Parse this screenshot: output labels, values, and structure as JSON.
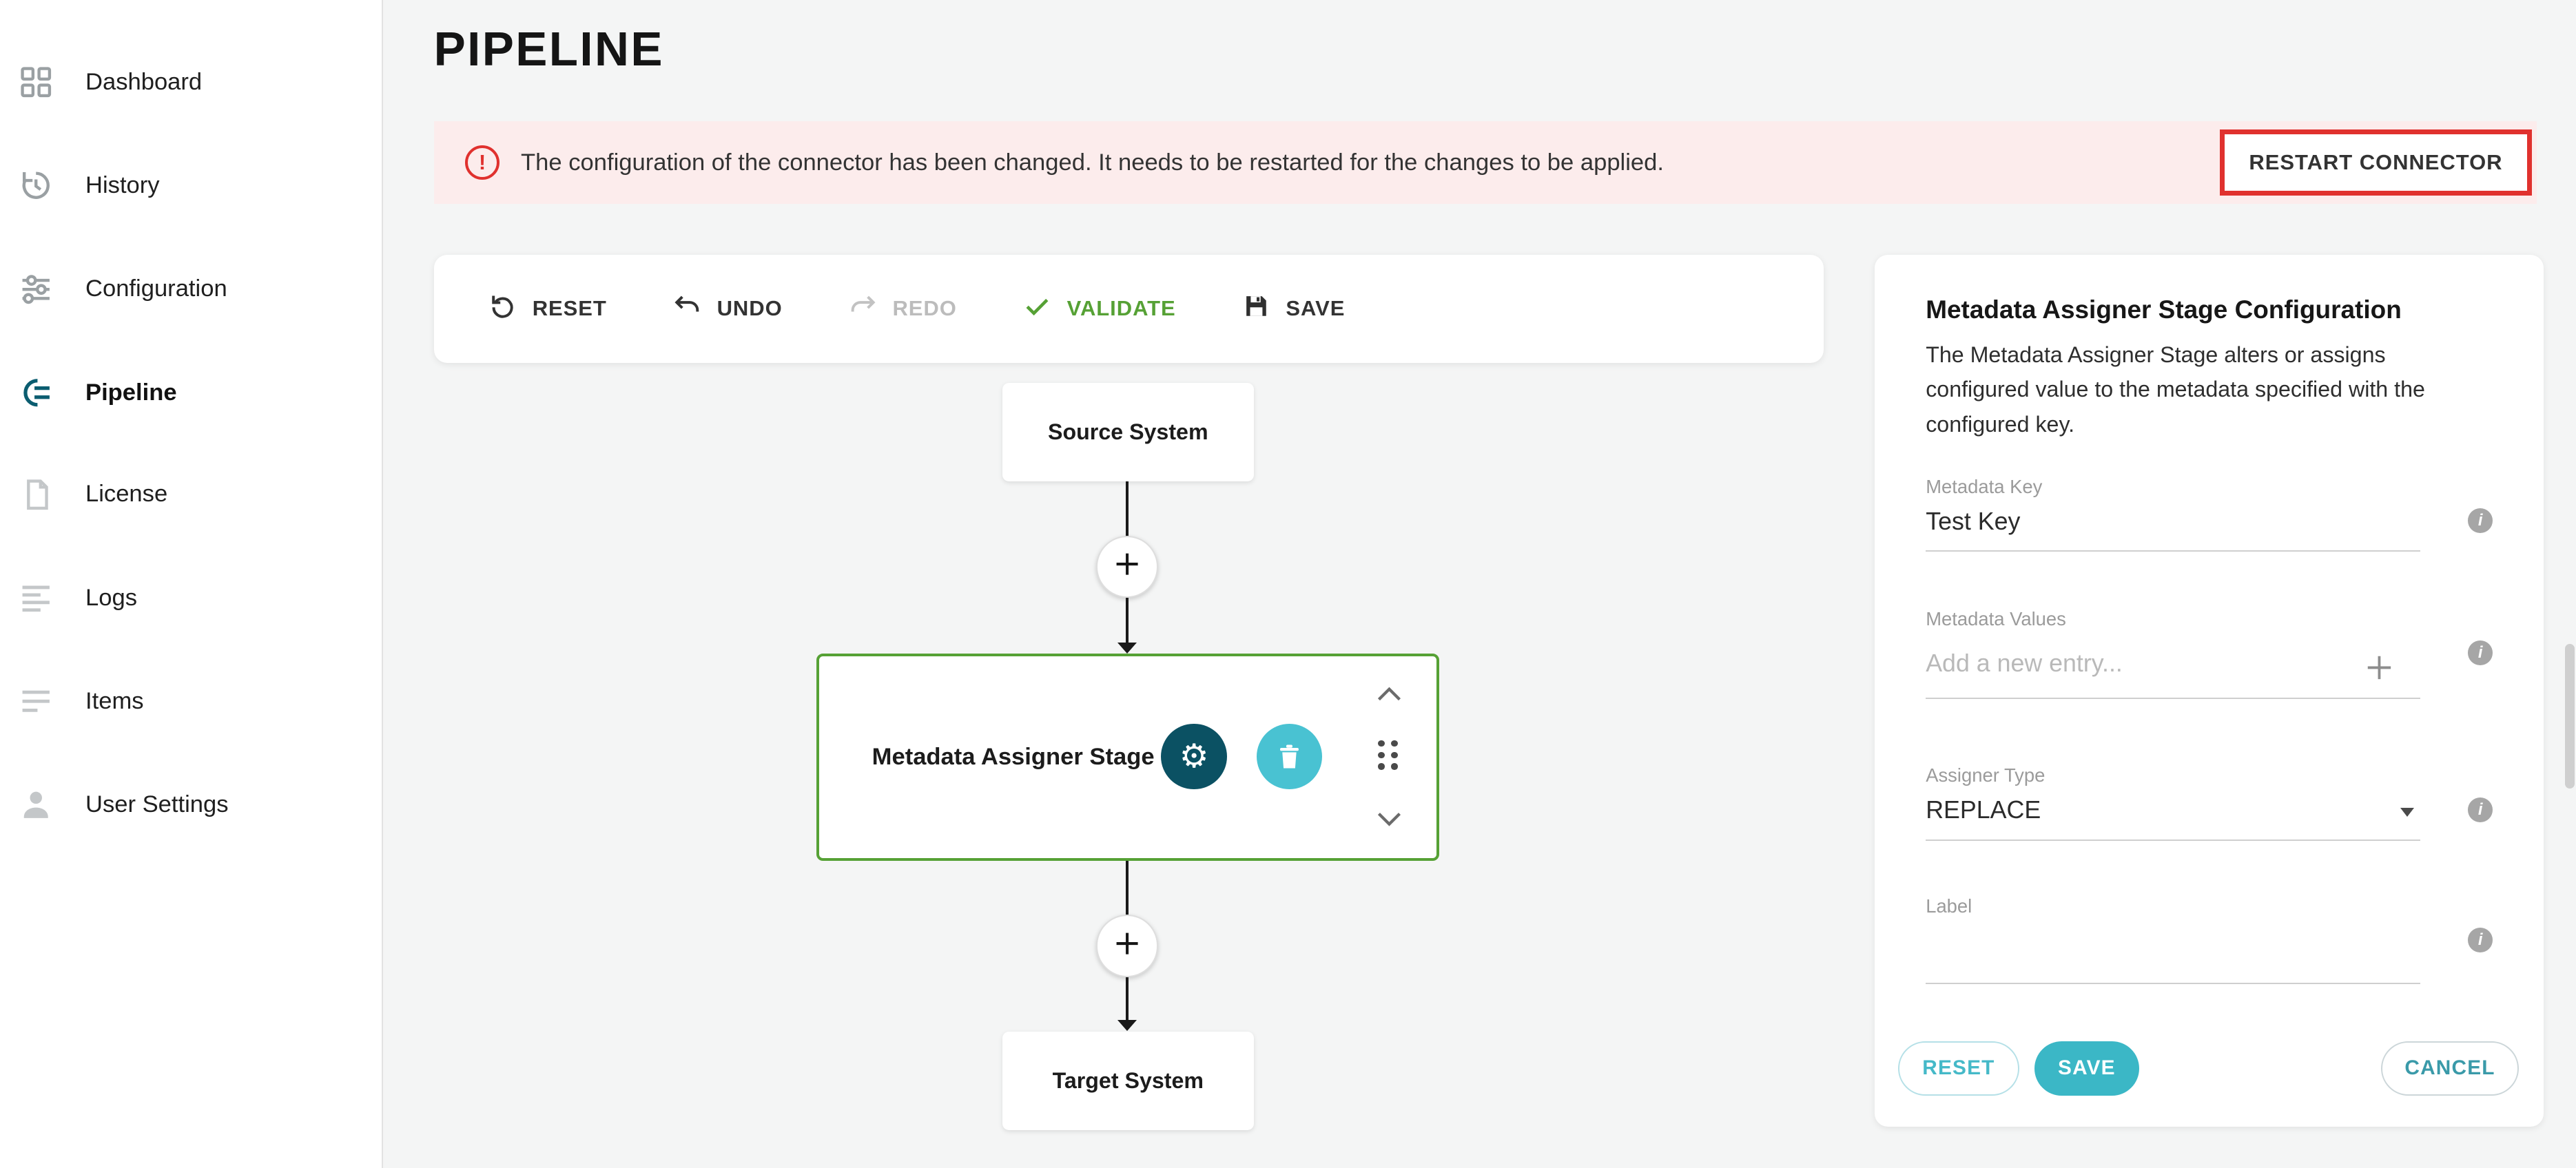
{
  "header": {
    "title": "PIPELINE"
  },
  "sidebar": {
    "items": [
      {
        "label": "Dashboard"
      },
      {
        "label": "History"
      },
      {
        "label": "Configuration"
      },
      {
        "label": "Pipeline",
        "active": true
      },
      {
        "label": "License"
      },
      {
        "label": "Logs"
      },
      {
        "label": "Items"
      },
      {
        "label": "User Settings"
      }
    ]
  },
  "alert": {
    "message": "The configuration of the connector has been changed. It needs to be restarted for the changes to be applied.",
    "action_label": "RESTART CONNECTOR"
  },
  "toolbar": {
    "reset": "RESET",
    "undo": "UNDO",
    "redo": "REDO",
    "validate": "VALIDATE",
    "save": "SAVE"
  },
  "pipeline": {
    "source": "Source System",
    "stage": "Metadata Assigner Stage",
    "target": "Target System"
  },
  "config": {
    "title": "Metadata Assigner Stage Configuration",
    "description": "The Metadata Assigner Stage alters or assigns configured value to the metadata specified with the configured key.",
    "metadata_key": {
      "label": "Metadata Key",
      "value": "Test Key"
    },
    "metadata_values": {
      "label": "Metadata Values",
      "placeholder": "Add a new entry..."
    },
    "assigner_type": {
      "label": "Assigner Type",
      "value": "REPLACE"
    },
    "label_field": {
      "label": "Label",
      "value": ""
    },
    "buttons": {
      "reset": "RESET",
      "save": "SAVE",
      "cancel": "CANCEL"
    }
  },
  "icons": {
    "gear": "⚙",
    "info": "i",
    "alert": "!"
  },
  "colors": {
    "accent_teal": "#3bb7c6",
    "dark_teal": "#0b5163",
    "light_teal": "#49c2d2",
    "valid_green": "#56a135",
    "alert_red": "#e0312e",
    "alert_bg": "#fcecec"
  }
}
